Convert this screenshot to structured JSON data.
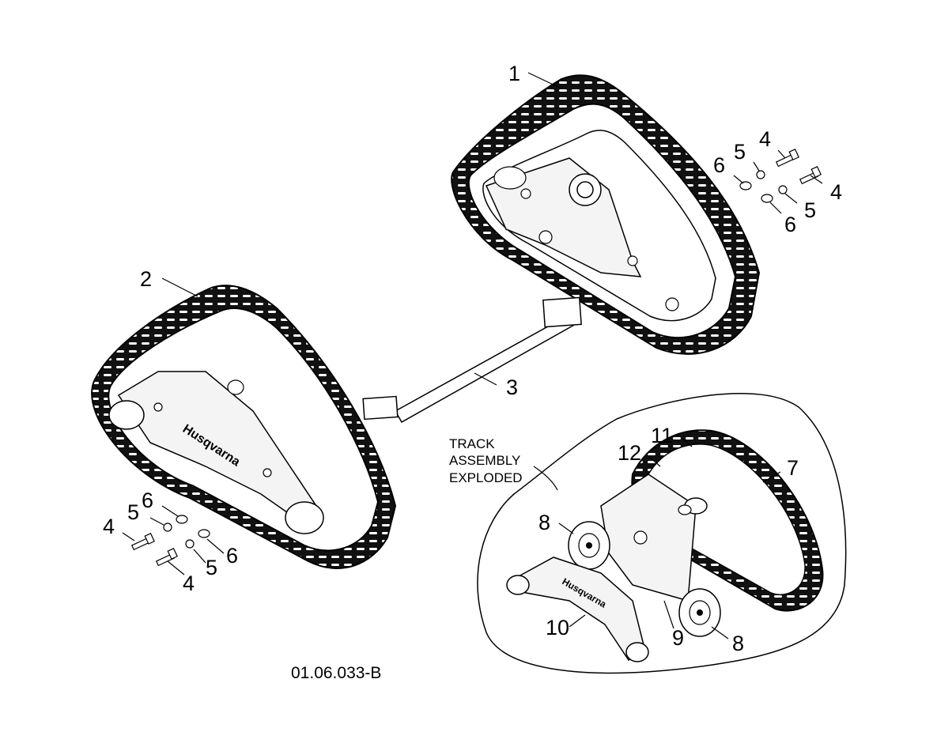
{
  "diagram": {
    "callouts": [
      "1",
      "2",
      "3",
      "4",
      "5",
      "6",
      "7",
      "8",
      "9",
      "10",
      "11",
      "12"
    ],
    "exploded_caption": [
      "TRACK",
      "ASSEMBLY",
      "EXPLODED"
    ],
    "drawing_code": "01.06.033-B",
    "brand_text": "Husqvarna"
  },
  "colors": {
    "ink": "#000000",
    "paper": "#ffffff"
  }
}
